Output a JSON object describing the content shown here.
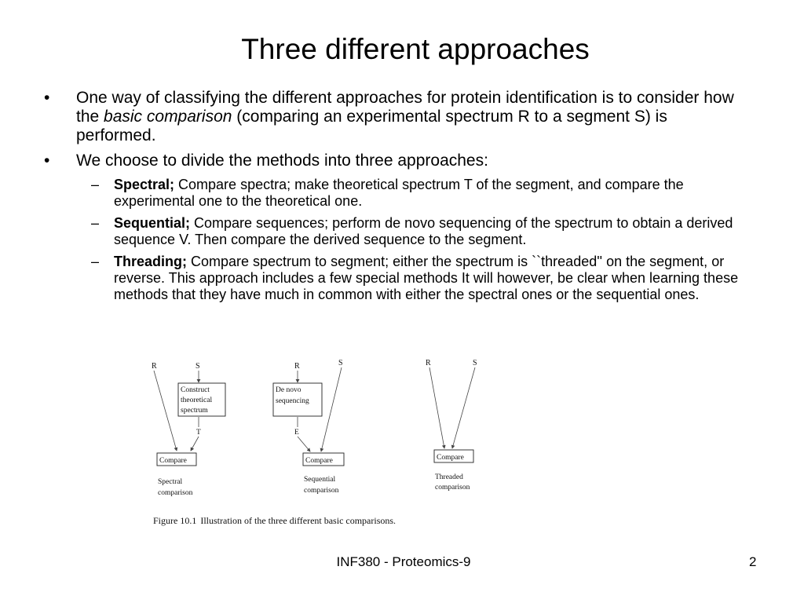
{
  "title": "Three different approaches",
  "bullets": [
    {
      "mark": "•",
      "text_before": "One way of classifying the different approaches for protein identification is to consider how the ",
      "text_italic": "basic comparison",
      "text_after": " (comparing an experimental spectrum  R to a segment S) is performed."
    },
    {
      "mark": "•",
      "text": "We choose to divide the methods  into three approaches:"
    }
  ],
  "subbullets": [
    {
      "mark": "–",
      "bold": "Spectral;",
      "text": " Compare spectra; make theoretical spectrum T of the segment, and compare the experimental one to the theoretical one."
    },
    {
      "mark": "–",
      "bold": "Sequential;",
      "text": " Compare sequences; perform de novo sequencing of the spectrum to obtain a derived sequence V. Then compare the derived sequence to the segment."
    },
    {
      "mark": "–",
      "bold": "Threading;",
      "text": " Compare spectrum to segment; either the spectrum is ``threaded'' on the segment, or reverse. This approach includes a few special methods It will however, be clear when learning these methods that they have much in common with either the spectral ones or the sequential ones."
    }
  ],
  "figure": {
    "spectral": {
      "r": "R",
      "s": "S",
      "box_lines": [
        "Construct",
        "theoretical",
        "spectrum"
      ],
      "mid": "T",
      "compare": "Compare",
      "caption_lines": [
        "Spectral",
        "comparison"
      ]
    },
    "sequential": {
      "r": "R",
      "s": "S",
      "box_lines": [
        "De novo",
        "sequencing"
      ],
      "mid": "E",
      "compare": "Compare",
      "caption_lines": [
        "Sequential",
        "comparison"
      ]
    },
    "threaded": {
      "r": "R",
      "s": "S",
      "compare": "Compare",
      "caption_lines": [
        "Threaded",
        "comparison"
      ]
    },
    "caption_label": "Figure 10.1",
    "caption_text": "Illustration of the three different basic comparisons."
  },
  "footer": {
    "center": "INF380 - Proteomics-9",
    "page": "2"
  }
}
